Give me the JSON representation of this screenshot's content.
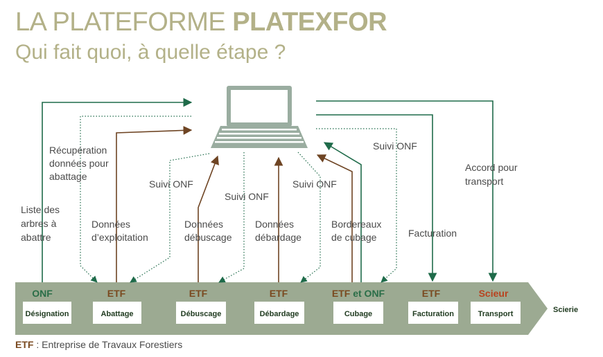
{
  "header": {
    "title_light": "LA PLATEFORME",
    "title_bold": "PLATEXFOR",
    "subtitle": "Qui fait quoi, à quelle étape ?"
  },
  "labels": {
    "liste": [
      "Liste des",
      "arbres à",
      "abattre"
    ],
    "recuperation": [
      "Récupération",
      "données pour",
      "abattage"
    ],
    "exploitation": [
      "Données",
      "d’exploitation"
    ],
    "suivi1": [
      "Suivi ONF"
    ],
    "debuscage": [
      "Données",
      "débuscage"
    ],
    "suivi2": [
      "Suivi ONF"
    ],
    "debardage": [
      "Données",
      "débardage"
    ],
    "suivi3": [
      "Suivi ONF"
    ],
    "bordereaux": [
      "Bordereaux",
      "de cubage"
    ],
    "suivi4": [
      "Suivi ONF"
    ],
    "facturation": [
      "Facturation"
    ],
    "accord": [
      "Accord pour",
      "transport"
    ]
  },
  "stages": [
    {
      "actor": "ONF",
      "box": "Désignation"
    },
    {
      "actor": "ETF",
      "box": "Abattage"
    },
    {
      "actor": "ETF",
      "box": "Débuscage"
    },
    {
      "actor": "ETF",
      "box": "Débardage"
    },
    {
      "actor": "ETF",
      "actor_suffix": " et ONF",
      "box": "Cubage"
    },
    {
      "actor": "ETF",
      "box": "Facturation"
    },
    {
      "actor": "Scieur",
      "box": "Transport"
    }
  ],
  "end_label": "Scierie",
  "footer": {
    "abbr": "ETF",
    "text": " : Entreprise de Travaux Forestiers"
  },
  "colors": {
    "green": "#1f6b4a",
    "brown": "#6e4423",
    "band": "#9caa92",
    "onf": "#2a6e48",
    "etf": "#7a4a20",
    "scieur": "#b8431f",
    "laptop": "#9aada0"
  }
}
